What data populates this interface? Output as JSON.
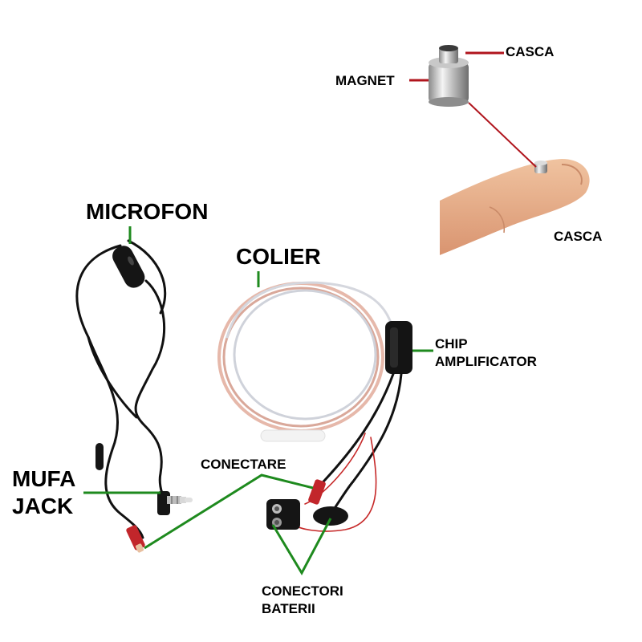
{
  "labels": {
    "casca_top": "CASCA",
    "magnet": "MAGNET",
    "casca_finger": "CASCA",
    "microfon": "MICROFON",
    "colier": "COLIER",
    "chip_line1": "CHIP",
    "chip_line2": "AMPLIFICATOR",
    "mufa_line1": "MUFA",
    "mufa_line2": "JACK",
    "conectare": "CONECTARE",
    "conectori_line1": "CONECTORI",
    "conectori_line2": "BATERII"
  },
  "colors": {
    "pointer_green": "#1e8a1e",
    "pointer_red": "#b0151d",
    "cable": "#111111",
    "coil_copper": "#d9a89a",
    "skin": "#e8b08a"
  }
}
